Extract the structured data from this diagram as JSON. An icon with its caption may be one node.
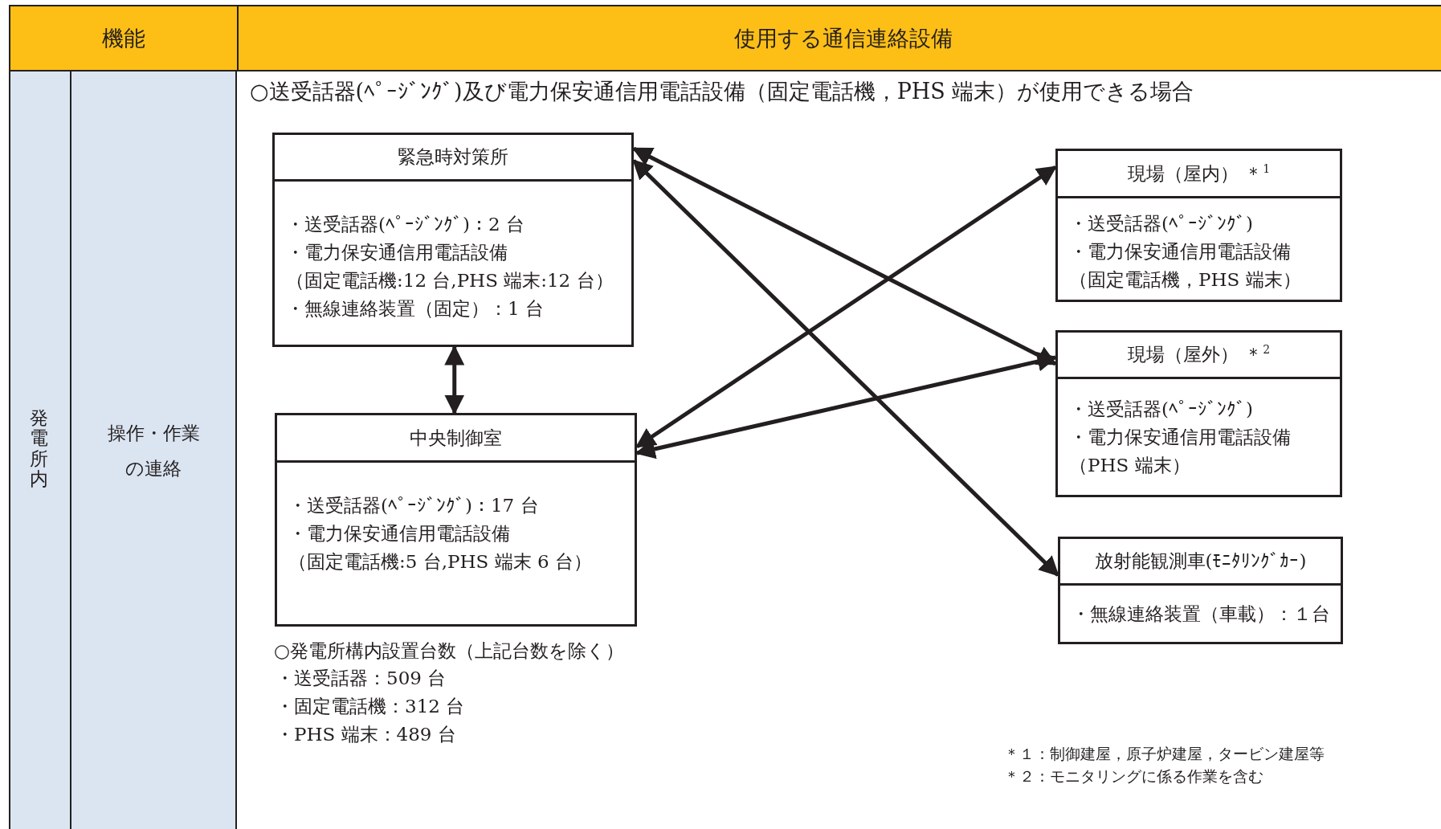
{
  "diagram": {
    "nodes": [
      {
        "text": [
          "緊急時対策所",
          "・送受話器(ﾍﾟｰｼﾞﾝｸﾞ)：2 台",
          "・電力保安通信用電話設備",
          "（固定電話機:12 台,PHS 端末:12 台）",
          "・無線連絡装置（固定）：1 台"
        ]
      },
      {
        "text": [
          "中央制御室",
          "・送受話器(ﾍﾟｰｼﾞﾝｸﾞ)：17 台",
          "・電力保安通信用電話設備",
          "（固定電話機:5 台,PHS 端末 6 台）"
        ]
      },
      {
        "text": [
          "現場（屋内） ＊$^{1}$",
          "・送受話器(ﾍﾟｰｼﾞﾝｸﾞ)",
          "・電力保安通信用電話設備",
          "（固定電話機，PHS 端末）"
        ]
      },
      {
        "text": [
          "現場（屋外） ＊$^{2}$",
          "・送受話器(ﾍﾟｰｼﾞﾝｸﾞ)",
          "・電力保安通信用電話設備",
          "（PHS 端末）"
        ]
      },
      {
        "text": [
          "放射能観測車(ﾓﾆﾀﾘﾝｸﾞｶｰ)",
          "・無線連絡装置（車載）：１台"
        ]
      }
    ],
    "edges": [
      {
        "from": 0,
        "to": 1,
        "arrow": "both"
      },
      {
        "from": 0,
        "to": 3,
        "arrow": "both"
      },
      {
        "from": 0,
        "to": 4,
        "arrow": "both"
      },
      {
        "from": 1,
        "to": 2,
        "arrow": "both"
      },
      {
        "from": 1,
        "to": 3,
        "arrow": "both"
      }
    ],
    "labels": [
      "機能",
      "使用する通信連絡設備",
      "発電所内",
      "操作・作業の連絡",
      "○送受話器(ﾍﾟｰｼﾞﾝｸﾞ)及び電力保安通信用電話設備（固定電話機，PHS 端末）が使用できる場合",
      "○発電所構内設置台数（上記台数を除く）",
      "・送受話器：509 台",
      "・固定電話機：312 台",
      "・PHS 端末：489 台",
      "＊１：制御建屋，原子炉建屋，タービン建屋等",
      "＊２：モニタリングに係る作業を含む"
    ]
  }
}
